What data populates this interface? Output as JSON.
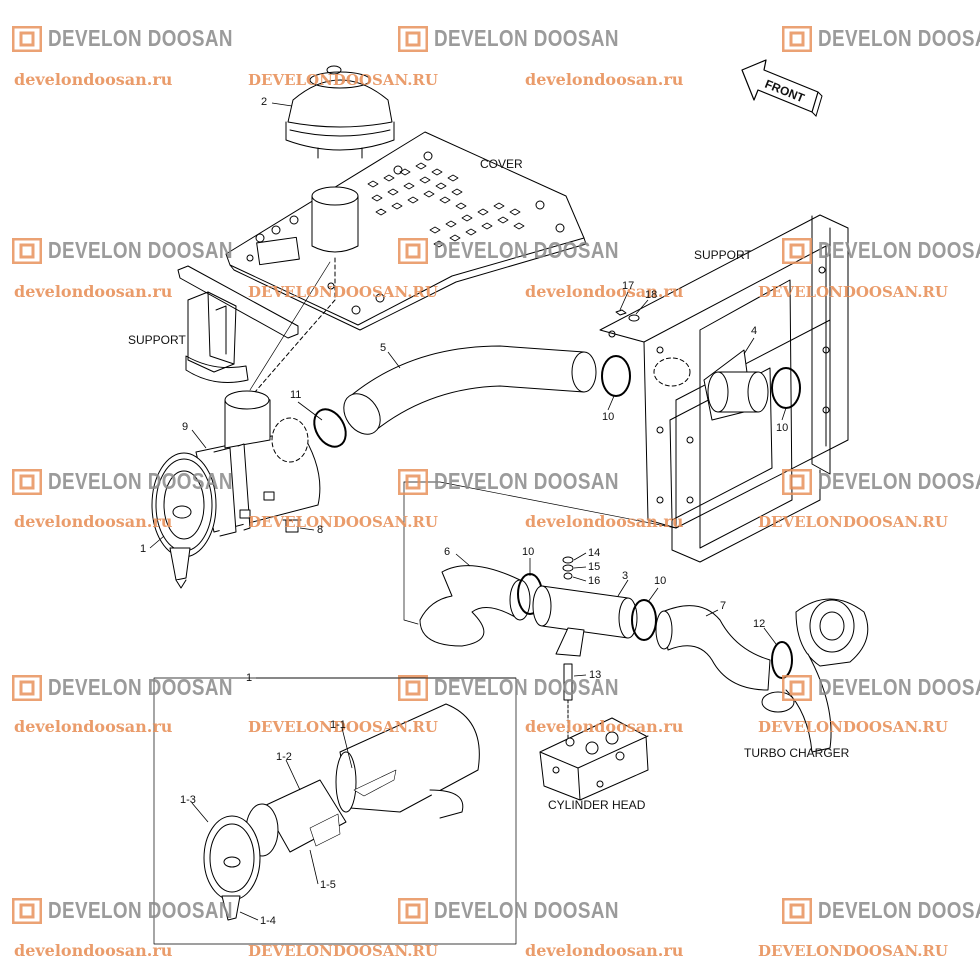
{
  "watermark": {
    "brand": "DEVELON DOOSAN",
    "site_lower": "develondoosan.ru",
    "site_upper": "DEVELONDOOSAN.RU"
  },
  "colors": {
    "watermark_gray": "#8a8a8a",
    "watermark_orange": "#e8925c",
    "line": "#000000"
  },
  "captions": {
    "cover": "COVER",
    "support_left": "SUPPORT",
    "support_right": "SUPPORT",
    "turbo": "TURBO CHARGER",
    "cylinder_head": "CYLINDER HEAD",
    "front": "FRONT"
  },
  "callouts": {
    "c2": "2",
    "c5": "5",
    "c11": "11",
    "c9": "9",
    "c1": "1",
    "c8": "8",
    "c17": "17",
    "c18": "18",
    "c4": "4",
    "c10a": "10",
    "c10b": "10",
    "c6": "6",
    "c10c": "10",
    "c14": "14",
    "c15": "15",
    "c16": "16",
    "c3": "3",
    "c10d": "10",
    "c7": "7",
    "c12": "12",
    "c13": "13",
    "c1b": "1",
    "c1_1": "1-1",
    "c1_2": "1-2",
    "c1_3": "1-3",
    "c1_5": "1-5",
    "c1_4": "1-4"
  }
}
